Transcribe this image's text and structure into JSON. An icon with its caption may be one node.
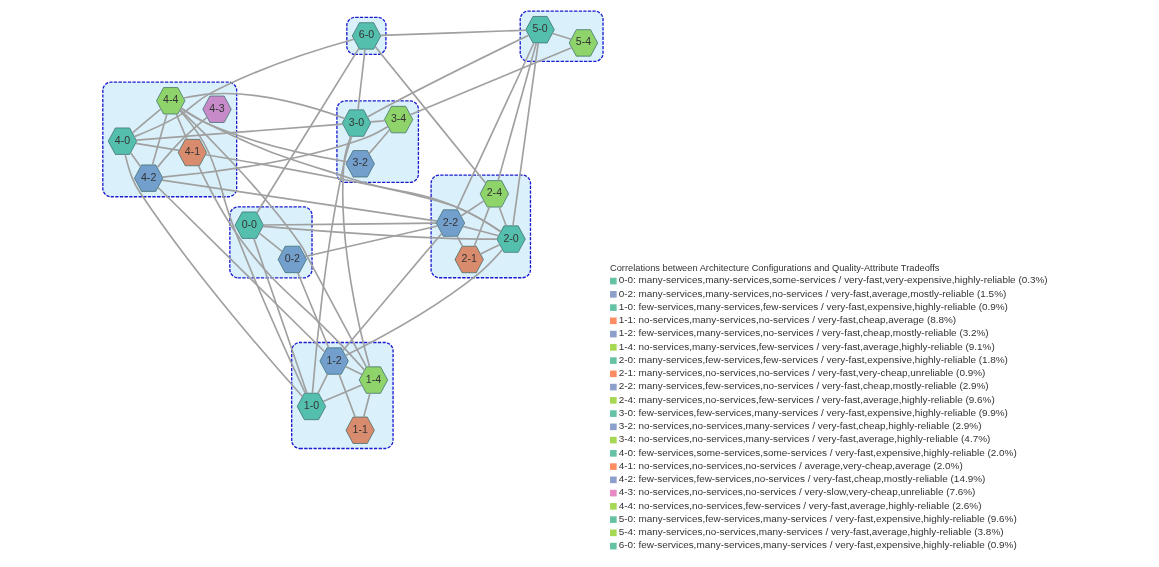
{
  "diagram": {
    "nodes": [
      {
        "text": [],
        "shape": "cloud"
      },
      {
        "text": [
          "3-4"
        ],
        "in": 0
      },
      {
        "text": [
          "3-2"
        ],
        "in": 0
      },
      {
        "text": [
          "3-0"
        ],
        "in": 0
      },
      {
        "text": [],
        "shape": "cloud"
      },
      {
        "text": [
          "5-4"
        ],
        "in": 4
      },
      {
        "text": [
          "5-0"
        ],
        "in": 4
      },
      {
        "text": [],
        "shape": "cloud"
      },
      {
        "text": [
          "4-4"
        ],
        "in": 7
      },
      {
        "text": [
          "4-3"
        ],
        "in": 7
      },
      {
        "text": [
          "4-1"
        ],
        "in": 7
      },
      {
        "text": [
          "4-0"
        ],
        "in": 7
      },
      {
        "text": [
          "4-2"
        ],
        "in": 7
      },
      {
        "text": [],
        "shape": "cloud"
      },
      {
        "text": [
          "6-0"
        ],
        "in": 13
      },
      {
        "text": [],
        "shape": "cloud"
      },
      {
        "text": [
          "2-4"
        ],
        "in": 15
      },
      {
        "text": [
          "2-0"
        ],
        "in": 15
      },
      {
        "text": [
          "2-1"
        ],
        "in": 15
      },
      {
        "text": [
          "2-2"
        ],
        "in": 15
      },
      {
        "text": [],
        "shape": "cloud"
      },
      {
        "text": [
          "1-4"
        ],
        "in": 20
      },
      {
        "text": [
          "1-0"
        ],
        "in": 20
      },
      {
        "text": [
          "1-1"
        ],
        "in": 20
      },
      {
        "text": [
          "1-2"
        ],
        "in": 20
      },
      {
        "text": [],
        "shape": "cloud"
      },
      {
        "text": [
          "0-0"
        ],
        "in": 25
      },
      {
        "text": [
          "0-2"
        ],
        "in": 25
      }
    ],
    "edges": [
      {
        "from": 5,
        "to": 1,
        "arrow": "none"
      },
      {
        "from": 5,
        "to": 6,
        "arrow": "none"
      },
      {
        "from": 6,
        "to": 3,
        "arrow": "none"
      },
      {
        "from": 6,
        "to": 14,
        "arrow": "none"
      },
      {
        "from": 6,
        "to": 16,
        "arrow": "none"
      },
      {
        "from": 6,
        "to": 17,
        "arrow": "none"
      },
      {
        "from": 6,
        "to": 19,
        "arrow": "none"
      },
      {
        "from": 1,
        "to": 2,
        "arrow": "none"
      },
      {
        "from": 1,
        "to": 3,
        "arrow": "none"
      },
      {
        "from": 1,
        "to": 12,
        "arrow": "none"
      },
      {
        "from": 2,
        "to": 8,
        "arrow": "none"
      },
      {
        "from": 3,
        "to": 8,
        "arrow": "none"
      },
      {
        "from": 3,
        "to": 14,
        "arrow": "none"
      },
      {
        "from": 3,
        "to": 11,
        "arrow": "none"
      },
      {
        "from": 3,
        "to": 22,
        "arrow": "none"
      },
      {
        "from": 3,
        "to": 21,
        "arrow": "none"
      },
      {
        "from": 14,
        "to": 16,
        "arrow": "none"
      },
      {
        "from": 14,
        "to": 11,
        "arrow": "none"
      },
      {
        "from": 14,
        "to": 26,
        "arrow": "none"
      },
      {
        "from": 8,
        "to": 17,
        "arrow": "none"
      },
      {
        "from": 8,
        "to": 11,
        "arrow": "none"
      },
      {
        "from": 8,
        "to": 10,
        "arrow": "none"
      },
      {
        "from": 8,
        "to": 22,
        "arrow": "none"
      },
      {
        "from": 8,
        "to": 12,
        "arrow": "none"
      },
      {
        "from": 8,
        "to": 21,
        "arrow": "none"
      },
      {
        "from": 9,
        "to": 12,
        "arrow": "none"
      },
      {
        "from": 10,
        "to": 11,
        "arrow": "none"
      },
      {
        "from": 10,
        "to": 17,
        "arrow": "none"
      },
      {
        "from": 10,
        "to": 21,
        "arrow": "none"
      },
      {
        "from": 11,
        "to": 12,
        "arrow": "none"
      },
      {
        "from": 11,
        "to": 22,
        "arrow": "none"
      },
      {
        "from": 12,
        "to": 19,
        "arrow": "none"
      },
      {
        "from": 12,
        "to": 24,
        "arrow": "none"
      },
      {
        "from": 16,
        "to": 18,
        "arrow": "none"
      },
      {
        "from": 16,
        "to": 17,
        "arrow": "none"
      },
      {
        "from": 16,
        "to": 19,
        "arrow": "none"
      },
      {
        "from": 17,
        "to": 18,
        "arrow": "none"
      },
      {
        "from": 17,
        "to": 19,
        "arrow": "none"
      },
      {
        "from": 17,
        "to": 24,
        "arrow": "none"
      },
      {
        "from": 18,
        "to": 19,
        "arrow": "none"
      },
      {
        "from": 19,
        "to": 24,
        "arrow": "none"
      },
      {
        "from": 19,
        "to": 26,
        "arrow": "none"
      },
      {
        "from": 19,
        "to": 27,
        "arrow": "none"
      },
      {
        "from": 17,
        "to": 26,
        "arrow": "none"
      },
      {
        "from": 26,
        "to": 22,
        "arrow": "none"
      },
      {
        "from": 26,
        "to": 27,
        "arrow": "none"
      },
      {
        "from": 27,
        "to": 24,
        "arrow": "none"
      },
      {
        "from": 22,
        "to": 21,
        "arrow": "none"
      },
      {
        "from": 22,
        "to": 24,
        "arrow": "none"
      },
      {
        "from": 24,
        "to": 21,
        "arrow": "none"
      },
      {
        "from": 24,
        "to": 23,
        "arrow": "none"
      },
      {
        "from": 21,
        "to": 23,
        "arrow": "none"
      }
    ],
    "labels": [
      "Correlations between Architecture Configurations and Quality-Attribute Tradeoffs"
    ],
    "legend": [
      {
        "text": "0-0: many-services,many-services,some-services / very-fast,very-expensive,highly-reliable (0.3%)",
        "color": "#66c2a5"
      },
      {
        "text": "0-2: many-services,many-services,no-services / very-fast,average,mostly-reliable (1.5%)",
        "color": "#8da0cb"
      },
      {
        "text": "1-0: few-services,many-services,few-services / very-fast,expensive,highly-reliable (0.9%)",
        "color": "#66c2a5"
      },
      {
        "text": "1-1: no-services,many-services,no-services / very-fast,cheap,average (8.8%)",
        "color": "#fc8d62"
      },
      {
        "text": "1-2: few-services,many-services,no-services / very-fast,cheap,mostly-reliable (3.2%)",
        "color": "#8da0cb"
      },
      {
        "text": "1-4: no-services,many-services,few-services / very-fast,average,highly-reliable (9.1%)",
        "color": "#a6d854"
      },
      {
        "text": "2-0: many-services,few-services,few-services / very-fast,expensive,highly-reliable (1.8%)",
        "color": "#66c2a5"
      },
      {
        "text": "2-1: many-services,no-services,no-services / very-fast,very-cheap,unreliable (0.9%)",
        "color": "#fc8d62"
      },
      {
        "text": "2-2: many-services,few-services,no-services / very-fast,cheap,mostly-reliable (2.9%)",
        "color": "#8da0cb"
      },
      {
        "text": "2-4: many-services,no-services,few-services / very-fast,average,highly-reliable (9.6%)",
        "color": "#a6d854"
      },
      {
        "text": "3-0: few-services,few-services,many-services / very-fast,expensive,highly-reliable (9.9%)",
        "color": "#66c2a5"
      },
      {
        "text": "3-2: no-services,no-services,many-services / very-fast,cheap,highly-reliable (2.9%)",
        "color": "#8da0cb"
      },
      {
        "text": "3-4: no-services,no-services,many-services / very-fast,average,highly-reliable (4.7%)",
        "color": "#a6d854"
      },
      {
        "text": "4-0: few-services,some-services,some-services / very-fast,expensive,highly-reliable (2.0%)",
        "color": "#66c2a5"
      },
      {
        "text": "4-1: no-services,no-services,no-services / average,very-cheap,average (2.0%)",
        "color": "#fc8d62"
      },
      {
        "text": "4-2: few-services,few-services,no-services / very-fast,cheap,mostly-reliable (14.9%)",
        "color": "#8da0cb"
      },
      {
        "text": "4-3: no-services,no-services,no-services / very-slow,very-cheap,unreliable (7.6%)",
        "color": "#e78ac3"
      },
      {
        "text": "4-4: no-services,no-services,few-services / very-fast,average,highly-reliable (2.6%)",
        "color": "#a6d854"
      },
      {
        "text": "5-0: many-services,few-services,many-services / very-fast,expensive,highly-reliable (9.6%)",
        "color": "#66c2a5"
      },
      {
        "text": "5-4: many-services,no-services,many-services / very-fast,average,highly-reliable (3.8%)",
        "color": "#a6d854"
      },
      {
        "text": "6-0: few-services,many-services,many-services / very-fast,expensive,highly-reliable (0.9%)",
        "color": "#66c2a5"
      }
    ]
  }
}
